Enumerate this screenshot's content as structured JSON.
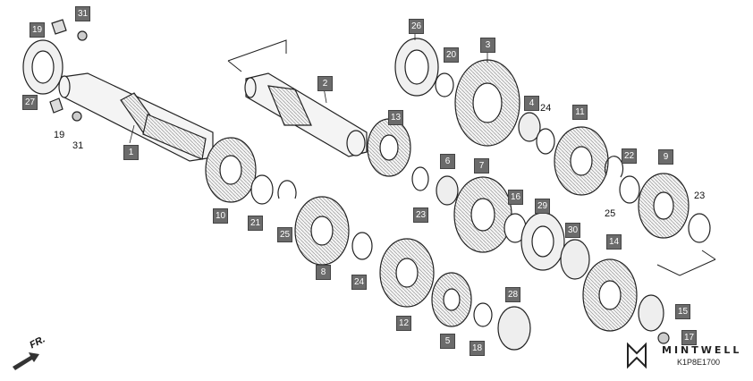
{
  "callouts": {
    "c1": "1",
    "c2": "2",
    "c3": "3",
    "c4": "4",
    "c5": "5",
    "c6": "6",
    "c7": "7",
    "c8": "8",
    "c9": "9",
    "c10": "10",
    "c11": "11",
    "c12": "12",
    "c13": "13",
    "c14": "14",
    "c15": "15",
    "c16": "16",
    "c17": "17",
    "c18": "18",
    "c19": "19",
    "c20": "20",
    "c21": "21",
    "c22": "22",
    "c23": "23",
    "c24": "24",
    "c25": "25",
    "c26": "26",
    "c27": "27",
    "c28": "28",
    "c29": "29",
    "c30": "30",
    "c31": "31"
  },
  "plain_labels": {
    "p19": "19",
    "p31": "31",
    "p24": "24",
    "p25": "25",
    "p23": "23"
  },
  "direction": "FR.",
  "brand": "MINTWELL",
  "diagram_code": "K1P8E1700",
  "colors": {
    "callout_bg": "#6b6b6b",
    "line": "#222222",
    "gear_fill": "#f2f2f2"
  }
}
